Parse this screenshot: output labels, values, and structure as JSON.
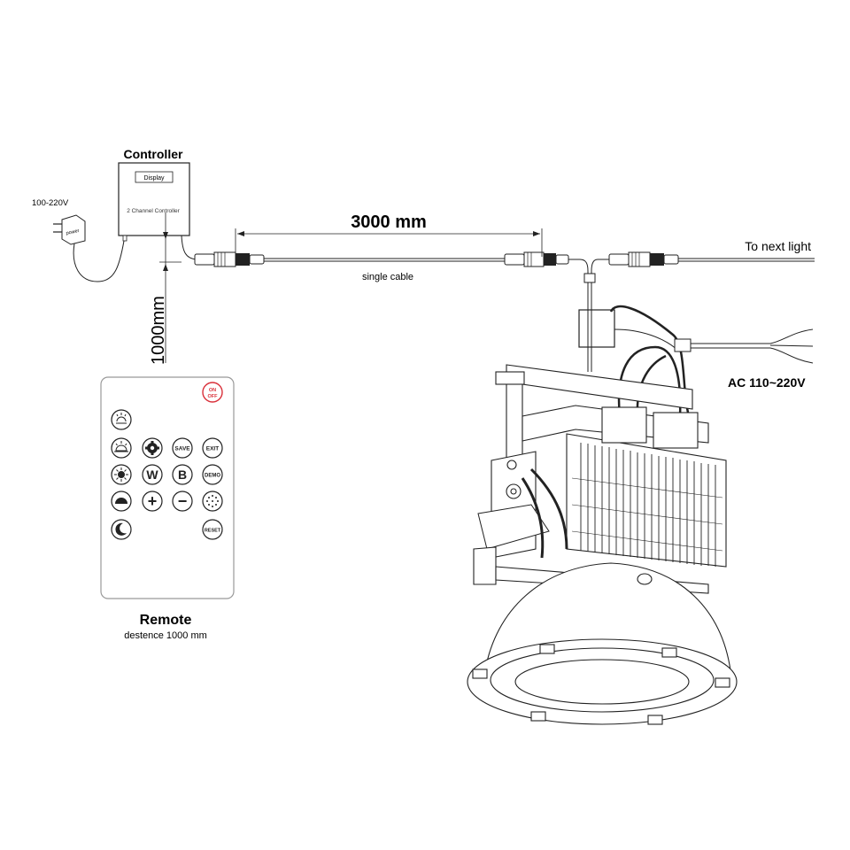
{
  "controller": {
    "title": "Controller",
    "display_label": "Display",
    "channel_label": "2 Channel Controller"
  },
  "power": {
    "voltage": "100-220V",
    "adapter_label": "power"
  },
  "cable": {
    "length_label": "3000 mm",
    "cable_label": "single cable",
    "next_light_label": "To next light",
    "vertical_dimension": "1000mm"
  },
  "ac": {
    "label": "AC 110~220V"
  },
  "remote": {
    "title": "Remote",
    "subtitle": "destence 1000 mm",
    "on_off_top": "ON",
    "on_off_bottom": "OFF",
    "buttons": {
      "save": "SAVE",
      "exit": "EXIT",
      "w": "W",
      "b": "B",
      "demo": "DEMO",
      "plus": "+",
      "minus": "−",
      "reset": "RESET"
    },
    "icons": [
      "sunrise-icon",
      "sun-dim-icon",
      "gear-icon",
      "sun-bright-icon",
      "sunset-icon",
      "dots-icon",
      "moon-icon"
    ]
  },
  "colors": {
    "line": "#222222",
    "on_off": "#d9303a"
  }
}
